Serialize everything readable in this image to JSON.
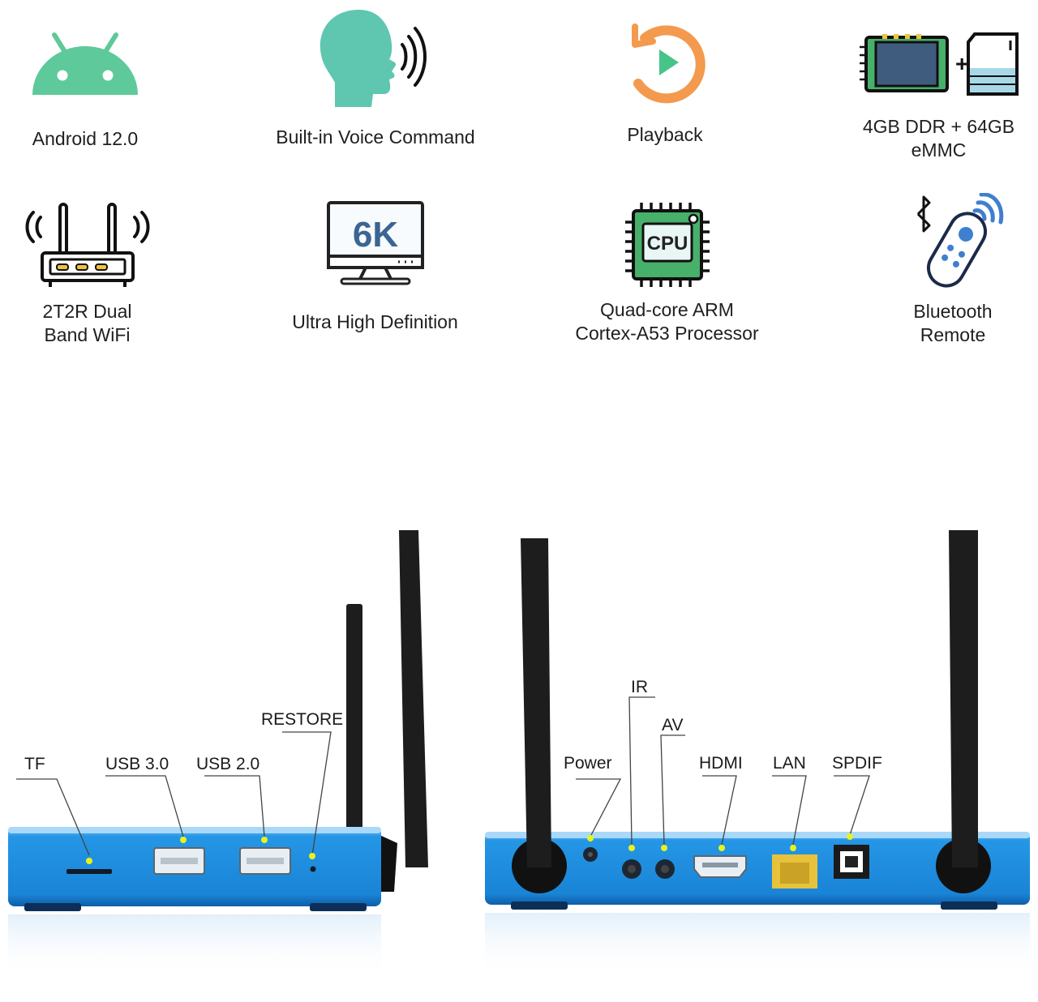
{
  "features": [
    {
      "icon": "android-icon",
      "label": "Android 12.0"
    },
    {
      "icon": "voice-command-icon",
      "label": "Built-in Voice Command"
    },
    {
      "icon": "playback-icon",
      "label": "Playback"
    },
    {
      "icon": "memory-storage-icon",
      "label": "4GB DDR + 64GB\neMMC"
    },
    {
      "icon": "wifi-router-icon",
      "label": "2T2R Dual\nBand WiFi"
    },
    {
      "icon": "monitor-6k-icon",
      "label": "Ultra High Definition",
      "badge": "6K"
    },
    {
      "icon": "cpu-icon",
      "label": "Quad-core ARM\nCortex-A53 Processor",
      "badge": "CPU"
    },
    {
      "icon": "bluetooth-remote-icon",
      "label": "Bluetooth\nRemote"
    }
  ],
  "front_ports": [
    "TF",
    "USB 3.0",
    "USB 2.0",
    "RESTORE"
  ],
  "rear_ports": [
    "IR",
    "AV",
    "Power",
    "HDMI",
    "LAN",
    "SPDIF"
  ],
  "colors": {
    "android_green": "#5ec99a",
    "teal": "#5fc6b0",
    "orange": "#f39a4f",
    "green_play": "#47c488",
    "blue_icon": "#3f7fd0",
    "device_blue": "#1e8fe0",
    "antenna": "#1d1d1d",
    "led": "#e8f31b"
  }
}
